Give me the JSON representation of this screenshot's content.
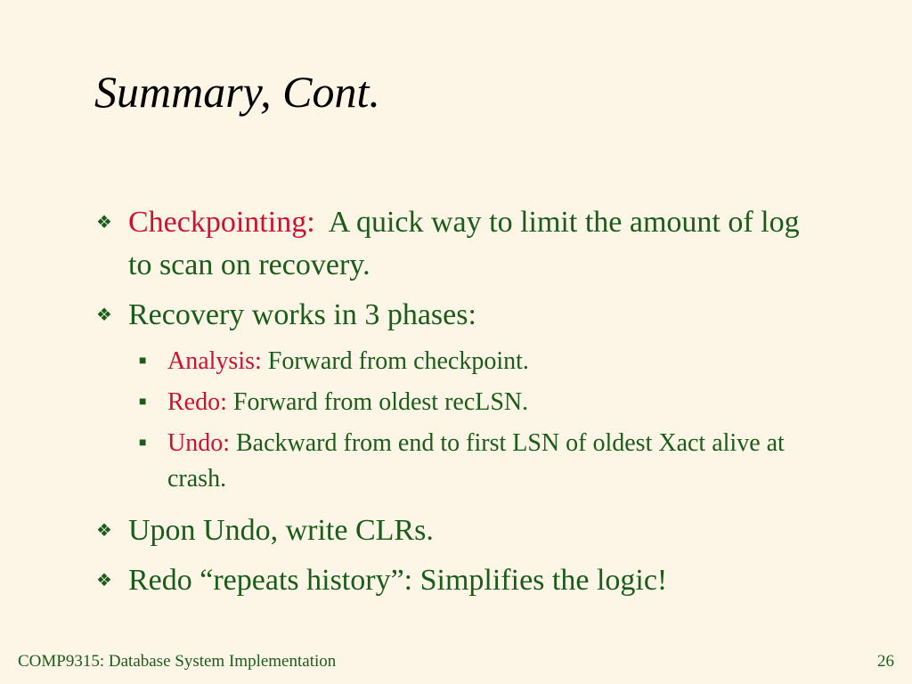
{
  "slide": {
    "title": "Summary, Cont.",
    "bullets": [
      {
        "highlight": "Checkpointing:",
        "text": "  A quick way to limit the amount of log to scan on recovery."
      },
      {
        "highlight": "",
        "text": "Recovery works in 3 phases:",
        "sub_bullets": [
          {
            "highlight": "Analysis:",
            "text": " Forward from checkpoint."
          },
          {
            "highlight": "Redo:",
            "text": " Forward from oldest recLSN."
          },
          {
            "highlight": "Undo:",
            "text": " Backward from end to first LSN of oldest Xact alive at crash."
          }
        ]
      },
      {
        "highlight": "",
        "text": "Upon Undo, write CLRs."
      },
      {
        "highlight": "",
        "text": "Redo “repeats history”: Simplifies the logic!"
      }
    ]
  },
  "footer": {
    "course": "COMP9315: Database System Implementation",
    "page_number": "26"
  },
  "colors": {
    "background": "#fdf5e6",
    "body_text": "#1a5c1a",
    "highlight": "#cc1133",
    "title": "#000000"
  },
  "icons": {
    "level1_bullet": "diamond-dots-icon",
    "level2_bullet": "square-bullet-icon"
  }
}
